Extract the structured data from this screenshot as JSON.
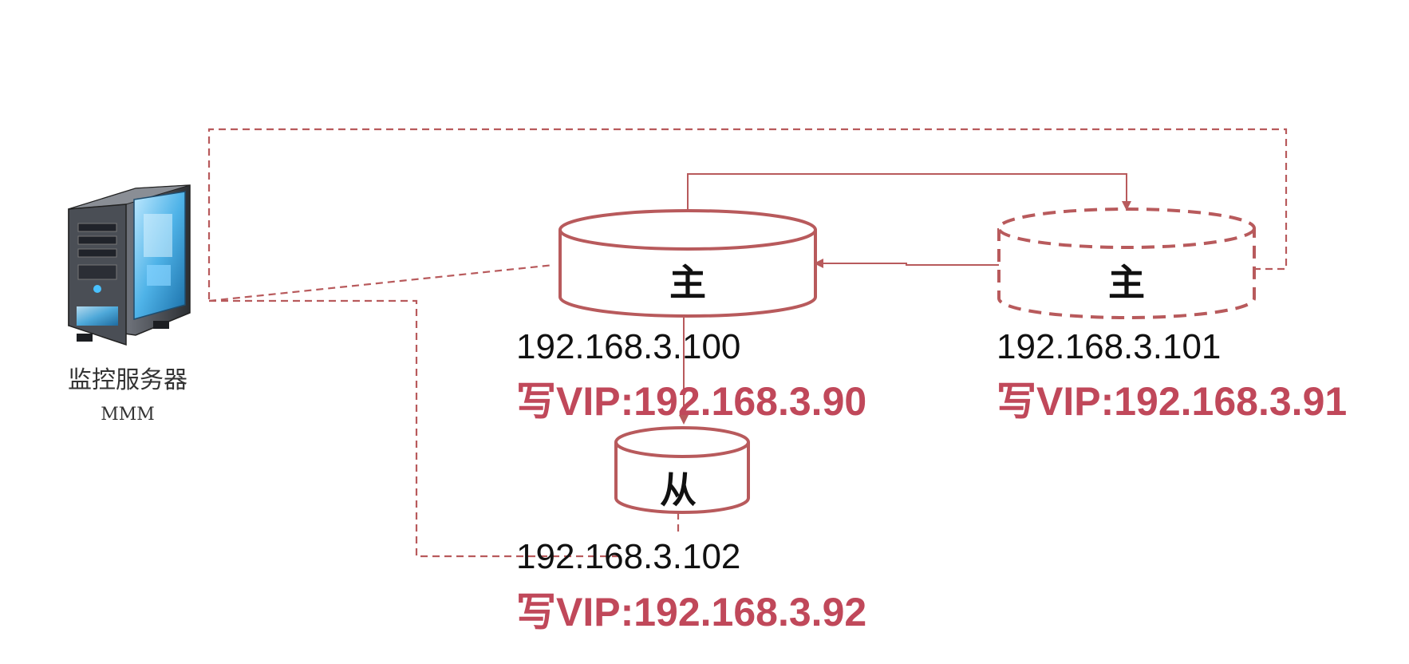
{
  "colors": {
    "line": "#b85a5c",
    "vip_text": "#c0485a",
    "ip_text": "#111111",
    "label": "#111111"
  },
  "monitor": {
    "icon": "server-tower-icon",
    "caption": "监控服务器",
    "subcaption": "MMM"
  },
  "master1": {
    "label": "主",
    "ip": "192.168.3.100",
    "vip": "写VIP:192.168.3.90"
  },
  "master2": {
    "label": "主",
    "ip": "192.168.3.101",
    "vip": "写VIP:192.168.3.91"
  },
  "slave": {
    "label": "从",
    "ip": "192.168.3.102",
    "vip": "写VIP:192.168.3.92"
  }
}
